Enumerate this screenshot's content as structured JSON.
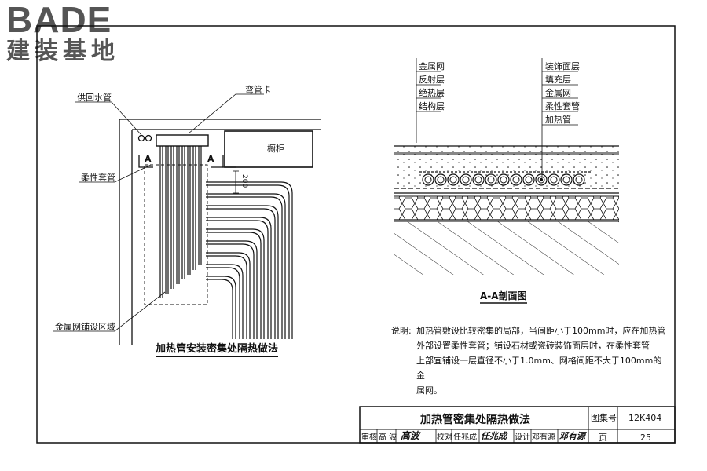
{
  "logo": {
    "brand": "BADE",
    "subtitle": "建装基地"
  },
  "left_view": {
    "labels": {
      "supply_return": "供回水管",
      "bend_clip": "弯管卡",
      "flexible_sleeve": "柔性套管",
      "cabinet": "橱柜",
      "metal_mesh_area": "金属网铺设区域",
      "section_mark": "A",
      "dimension": "200"
    },
    "title": "加热管安装密集处隔热做法"
  },
  "right_view": {
    "left_labels": [
      "金属网",
      "反射层",
      "绝热层",
      "结构层"
    ],
    "right_labels": [
      "装饰面层",
      "填充层",
      "金属网",
      "柔性套管",
      "加热管"
    ],
    "title": "A-A剖面图"
  },
  "note": {
    "prefix": "说明:",
    "lines": [
      "加热管敷设比较密集的局部，当间距小于100mm时，应在加热管",
      "外部设置柔性套管；铺设石材或瓷砖装饰面层时，在柔性套管",
      "上部宜铺设一层直径不小于1.0mm、网格间距不大于100mm的金",
      "属网。"
    ]
  },
  "title_block": {
    "drawing_title": "加热管密集处隔热做法",
    "atlas_label": "图集号",
    "atlas_no": "12K404",
    "page_label": "页",
    "page_no": "25",
    "row": [
      "审核",
      "高 波",
      "高波",
      "校对",
      "任兆成",
      "任兆成",
      "设计",
      "邓有源",
      "邓有源"
    ]
  }
}
